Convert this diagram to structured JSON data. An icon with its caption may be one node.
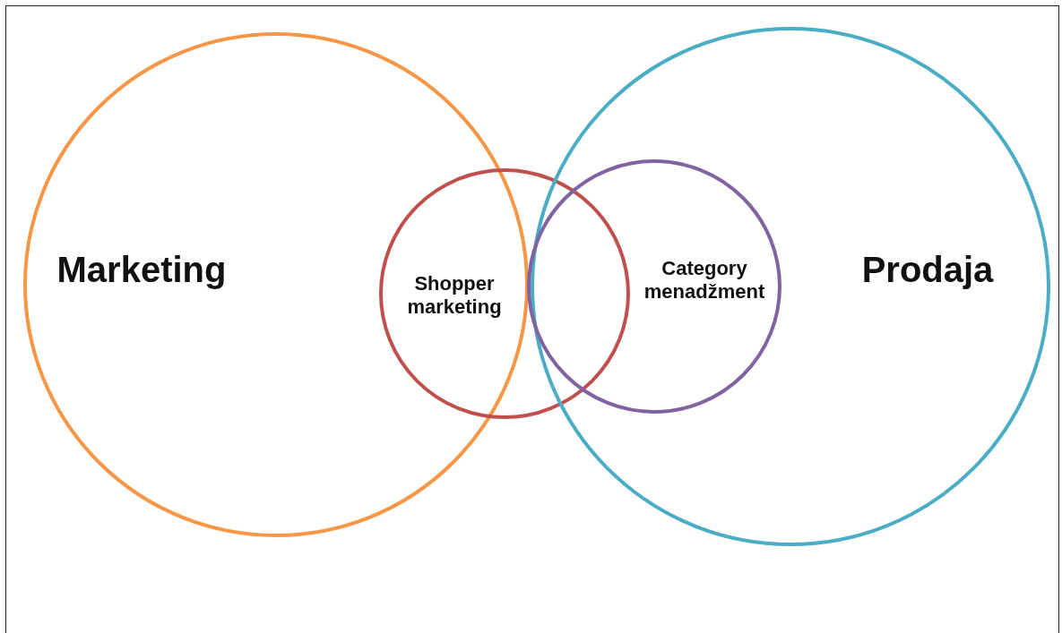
{
  "diagram": {
    "nodes": [
      {
        "text": [
          "Marketing"
        ]
      },
      {
        "text": [
          "Shopper marketing"
        ]
      },
      {
        "text": [
          "Category menadžment"
        ],
        "in": 3
      },
      {
        "text": [
          "Prodaja"
        ]
      }
    ]
  }
}
